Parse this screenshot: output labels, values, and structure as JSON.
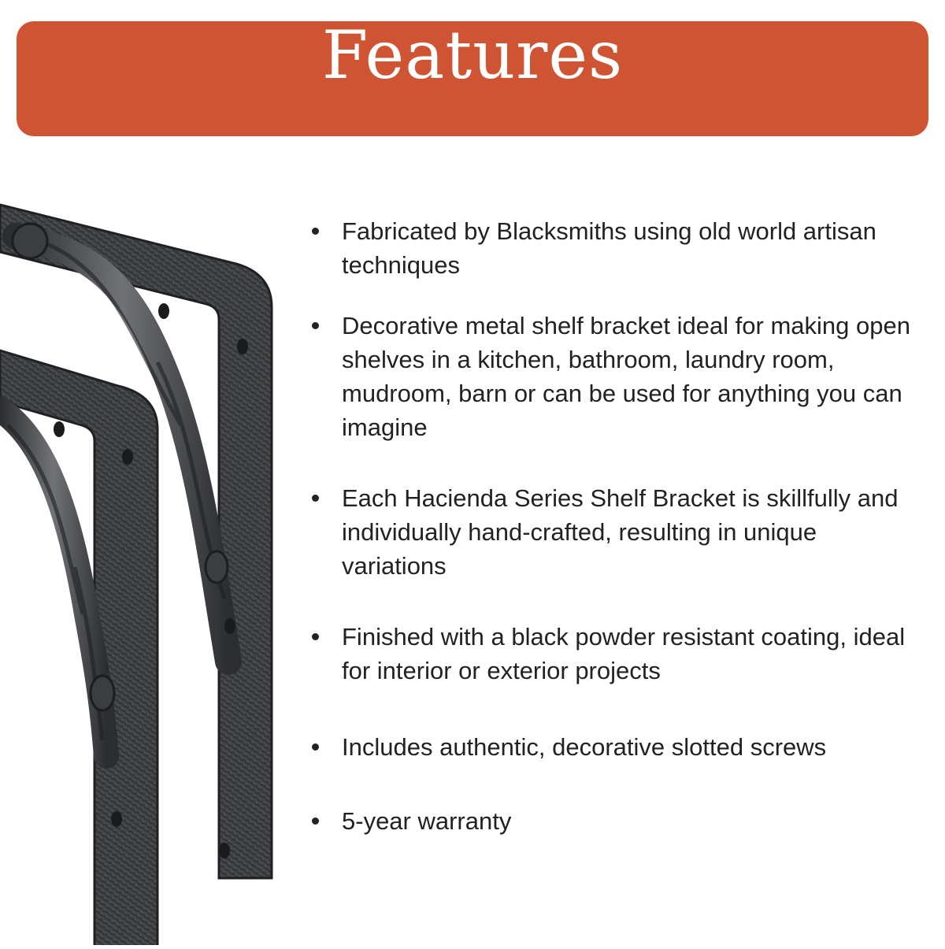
{
  "header": {
    "title": "Features",
    "background_color": "#CF5433",
    "text_color": "#FFFFFF"
  },
  "product_image": {
    "alt": "Two black hand-forged metal shelf brackets with twisted support bars",
    "icon": "shelf-bracket-image"
  },
  "features": {
    "items": [
      {
        "text": "Fabricated by Blacksmiths using old world artisan techniques"
      },
      {
        "text": "Decorative metal shelf bracket ideal for making open shelves in a kitchen, bathroom, laundry room, mudroom, barn or can be used for anything you can imagine"
      },
      {
        "text": "Each Hacienda Series Shelf Bracket is skillfully and individually hand-crafted, resulting in unique variations"
      },
      {
        "text": "Finished with a black powder resistant coating, ideal for interior or exterior projects"
      },
      {
        "text": "Includes authentic, decorative slotted screws"
      },
      {
        "text": "5-year warranty"
      }
    ]
  }
}
